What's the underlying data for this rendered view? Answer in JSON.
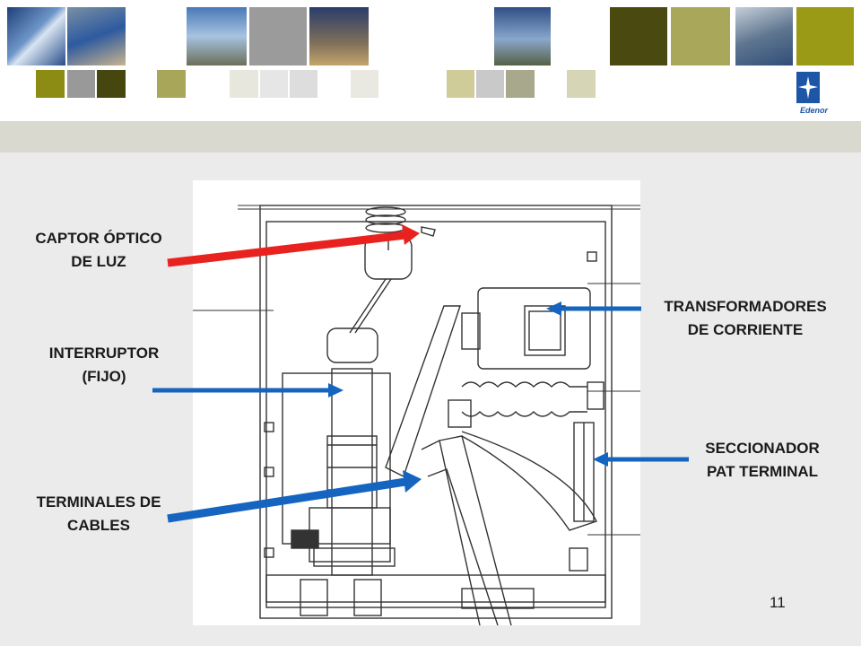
{
  "brand": {
    "name": "Edenor",
    "color": "#1d56a6"
  },
  "labels": {
    "optical_sensor": "CAPTOR ÓPTICO DE LUZ",
    "breaker": "INTERRUPTOR (FIJO)",
    "cable_terminals": "TERMINALES DE CABLES",
    "current_transformers": "TRANSFORMADORES DE CORRIENTE",
    "earthing_switch": "SECCIONADOR PAT TERMINAL"
  },
  "label_lines": {
    "optical_sensor": [
      "CAPTOR ÓPTICO",
      "DE LUZ"
    ],
    "breaker": [
      "INTERRUPTOR",
      "(FIJO)"
    ],
    "cable_terminals": [
      "TERMINALES DE",
      "CABLES"
    ],
    "current_transformers": [
      "TRANSFORMADORES",
      "DE CORRIENTE"
    ],
    "earthing_switch": [
      "SECCIONADOR",
      "PAT TERMINAL"
    ]
  },
  "arrow_colors": {
    "optical_sensor": "#e8231f",
    "others": "#1565c0"
  },
  "page_number": "11"
}
